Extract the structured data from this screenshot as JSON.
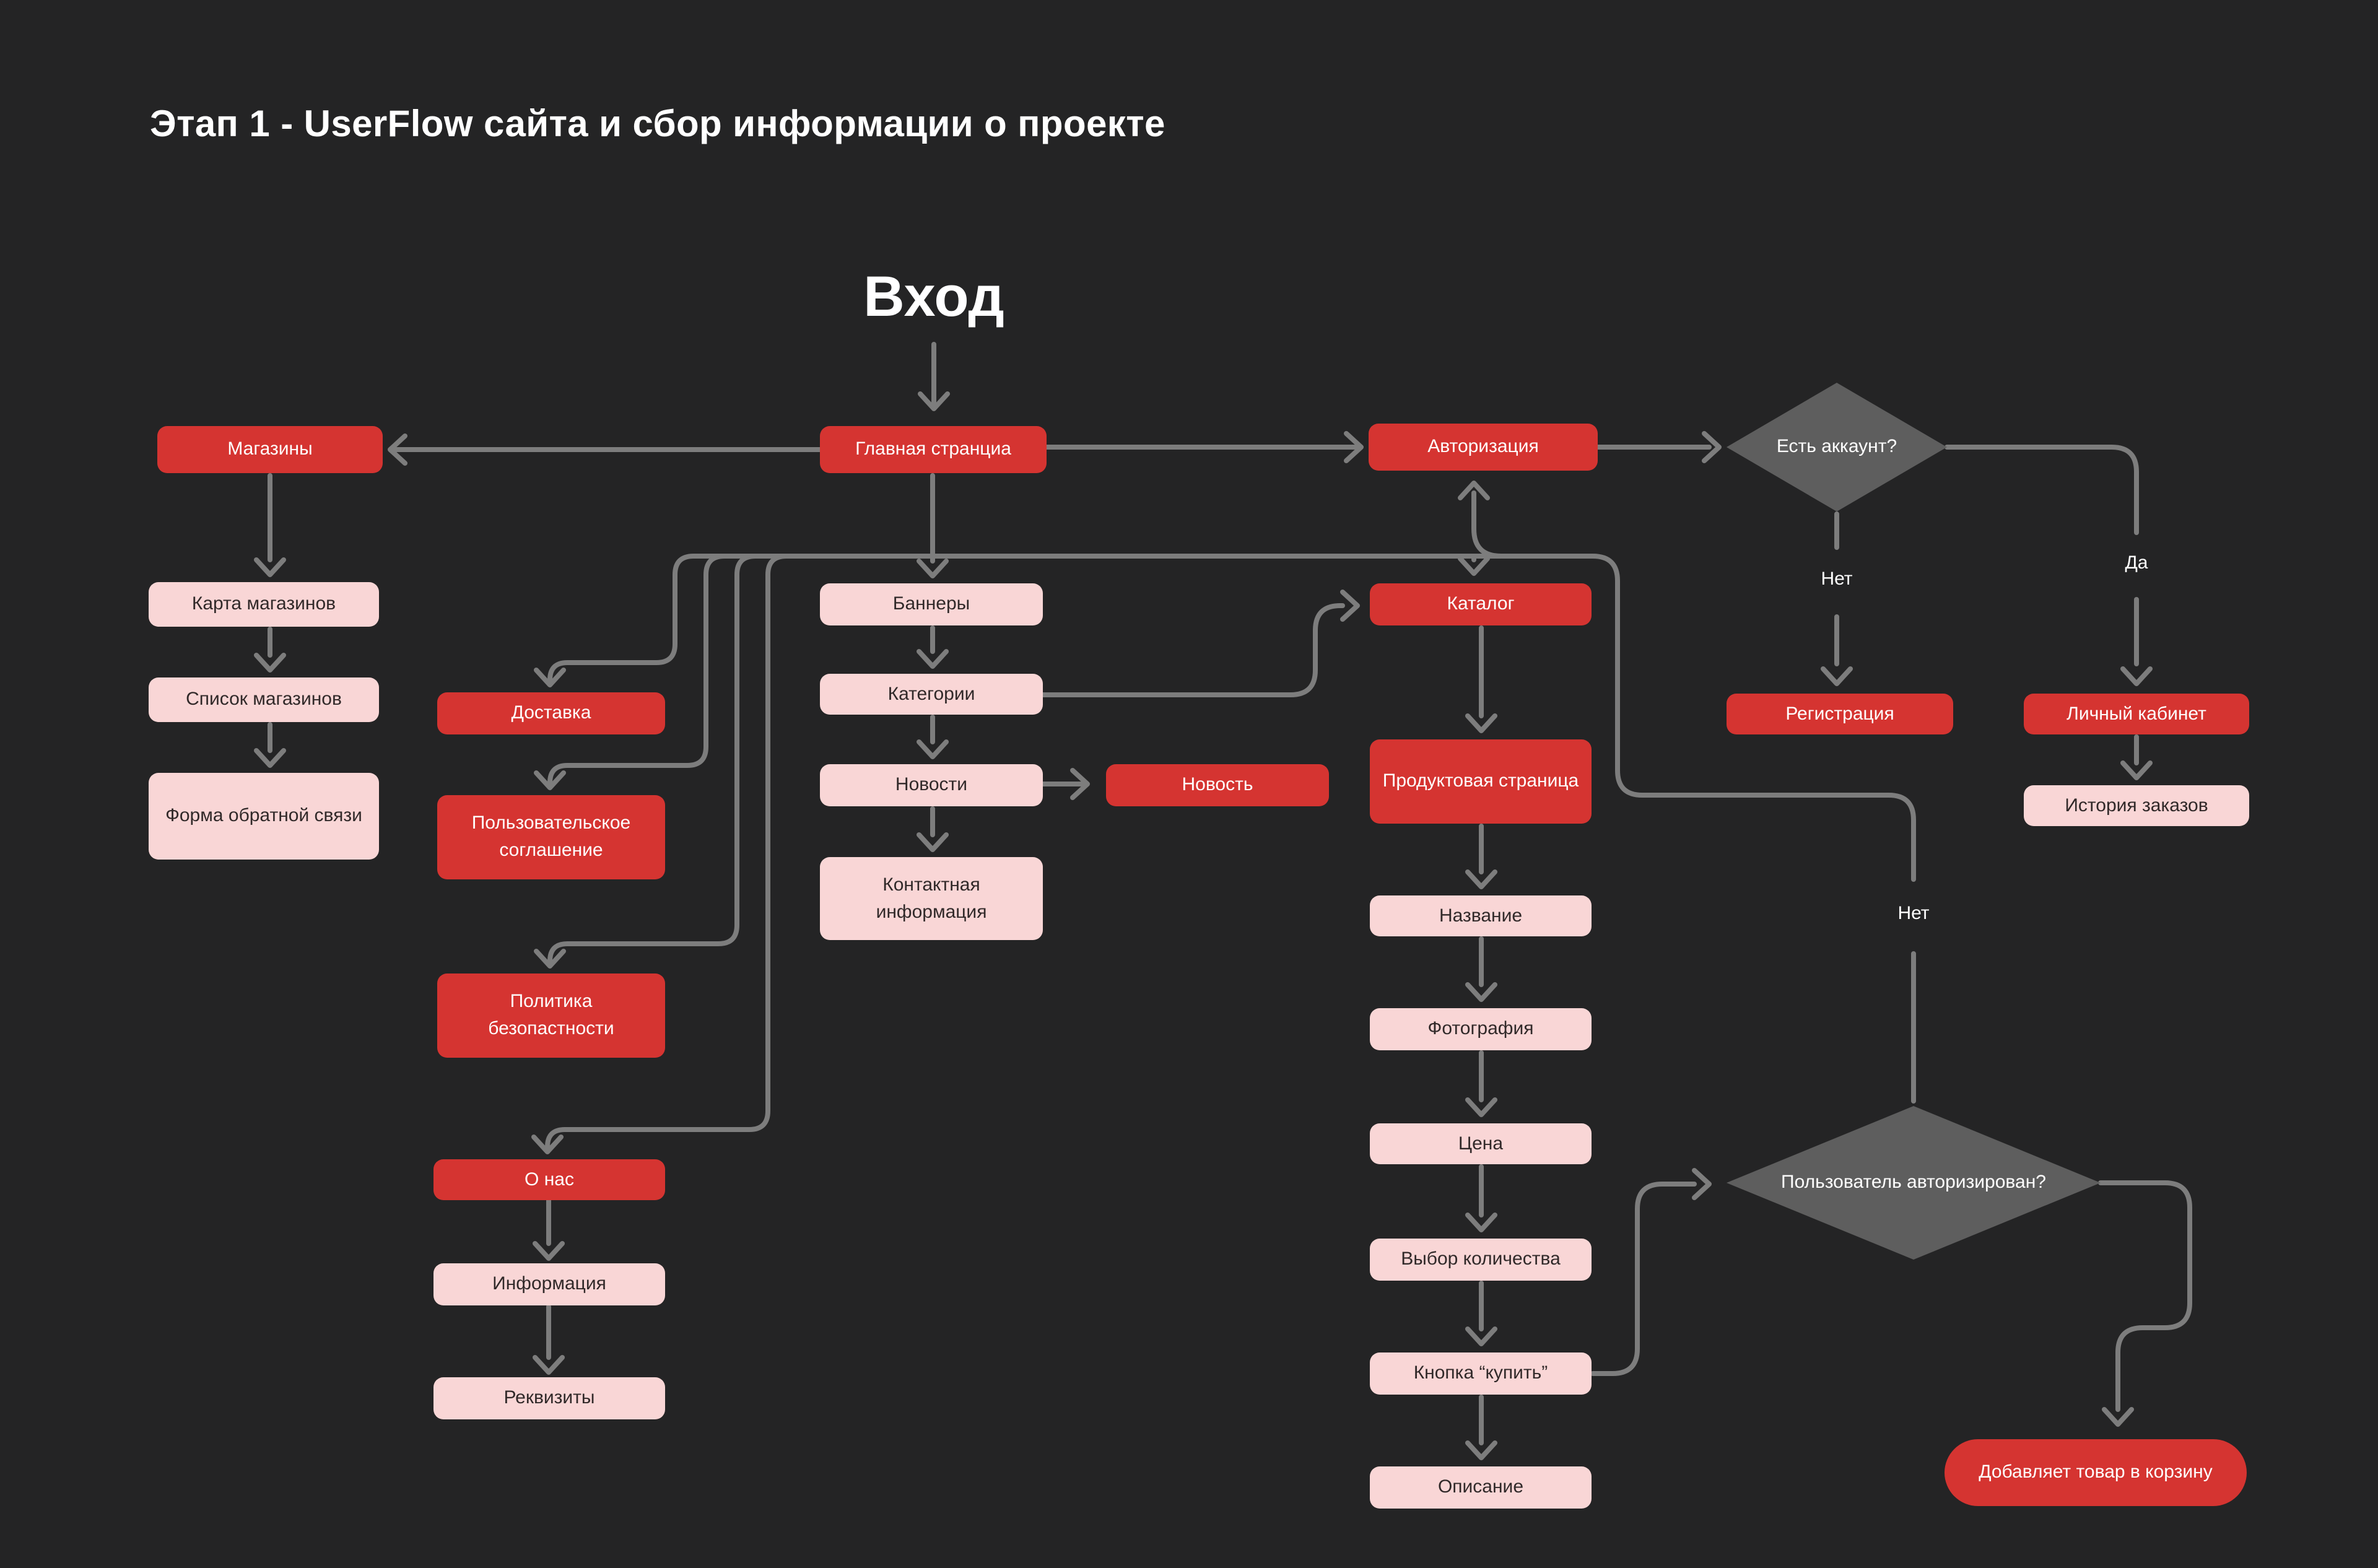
{
  "page": {
    "title": "Этап 1 - UserFlow сайта и сбор информации о проекте",
    "entry": "Вход"
  },
  "colors": {
    "bg": "#242425",
    "red": "#d53431",
    "pink": "#f9d6d6",
    "diamond": "#5e5e5e",
    "line": "#7d7d7d",
    "text-light": "#ffffff",
    "text-dark": "#312929"
  },
  "nodes": {
    "shops": "Магазины",
    "main_page": "Главная странциа",
    "auth": "Авторизация",
    "has_account": "Есть аккаунт?",
    "shops_map": "Карта магазинов",
    "shops_list": "Список магазинов",
    "feedback_form": "Форма обратной связи",
    "delivery": "Доставка",
    "user_agreement": "Пользовательское соглашение",
    "security_policy": "Политика безопастности",
    "about": "О нас",
    "info": "Информация",
    "requisites": "Реквизиты",
    "banners": "Баннеры",
    "categories": "Категории",
    "news": "Новости",
    "news_item": "Новость",
    "contact_info": "Контактная информация",
    "catalog": "Каталог",
    "product_page": "Продуктовая страница",
    "product_name": "Название",
    "photo": "Фотография",
    "price": "Цена",
    "quantity": "Выбор количества",
    "buy_button": "Кнопка “купить”",
    "description": "Описание",
    "registration": "Регистрация",
    "account": "Личный кабинет",
    "order_history": "История заказов",
    "user_authorized": "Пользователь авторизирован?",
    "add_to_cart": "Добавляет товар в корзину"
  },
  "edge_labels": {
    "no_account": "Нет",
    "yes_account": "Да",
    "not_authorized": "Нет"
  }
}
